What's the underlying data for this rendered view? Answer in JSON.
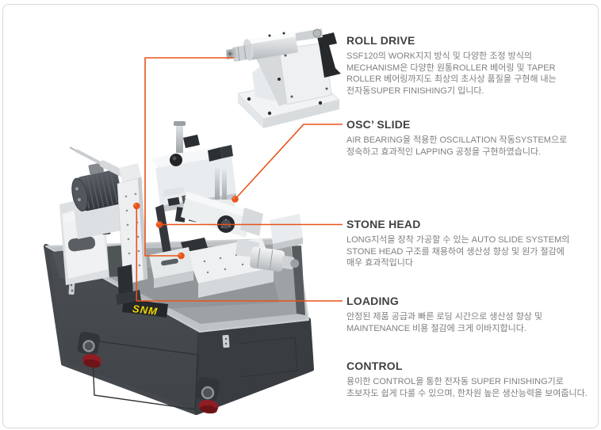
{
  "page": {
    "background": "#ffffff",
    "border_color": "#d9d9d9"
  },
  "accent_color": "#e8531b",
  "machine": {
    "logo": "SNM",
    "logo_color": "#f2d600"
  },
  "annotations": [
    {
      "title": "ROLL DRIVE",
      "lines": [
        "SSF120의 WORK지지 방식 및 다양한 조정 방식의",
        "MECHANISM은 다양한 원통ROLLER 베어링 및 TAPER",
        "ROLLER 베어링까지도 최상의 초사상 품질을 구현해 내는",
        "전자동SUPER FINISHING기 입니다."
      ]
    },
    {
      "title": "OSC’ SLIDE",
      "lines": [
        "AIR BEARING을 적용한 OSCILLATION 작동SYSTEM으로",
        "정숙하고 효과적인 LAPPING 공정을 구현하였습니다."
      ]
    },
    {
      "title": "STONE HEAD",
      "lines": [
        "LONG지석을 장착 가공할 수 있는 AUTO SLIDE SYSTEM의",
        "STONE HEAD 구조를 채용하여 생산성 향상 및 원가 절감에",
        "매우 효과적입니다"
      ]
    },
    {
      "title": "LOADING",
      "lines": [
        "안정된 제품 공급과 빠른 로딩 시간으로 생산성 향상 및",
        "MAINTENANCE 비용 절감에 크게 이바지합니다."
      ]
    },
    {
      "title": "CONTROL",
      "lines": [
        "용이한 CONTROL을 통한 전자동 SUPER FINISHING기로",
        "초보자도 쉽게 다룰 수 있으며, 한차원 높은 생산능력을 보여줍니다."
      ]
    }
  ]
}
